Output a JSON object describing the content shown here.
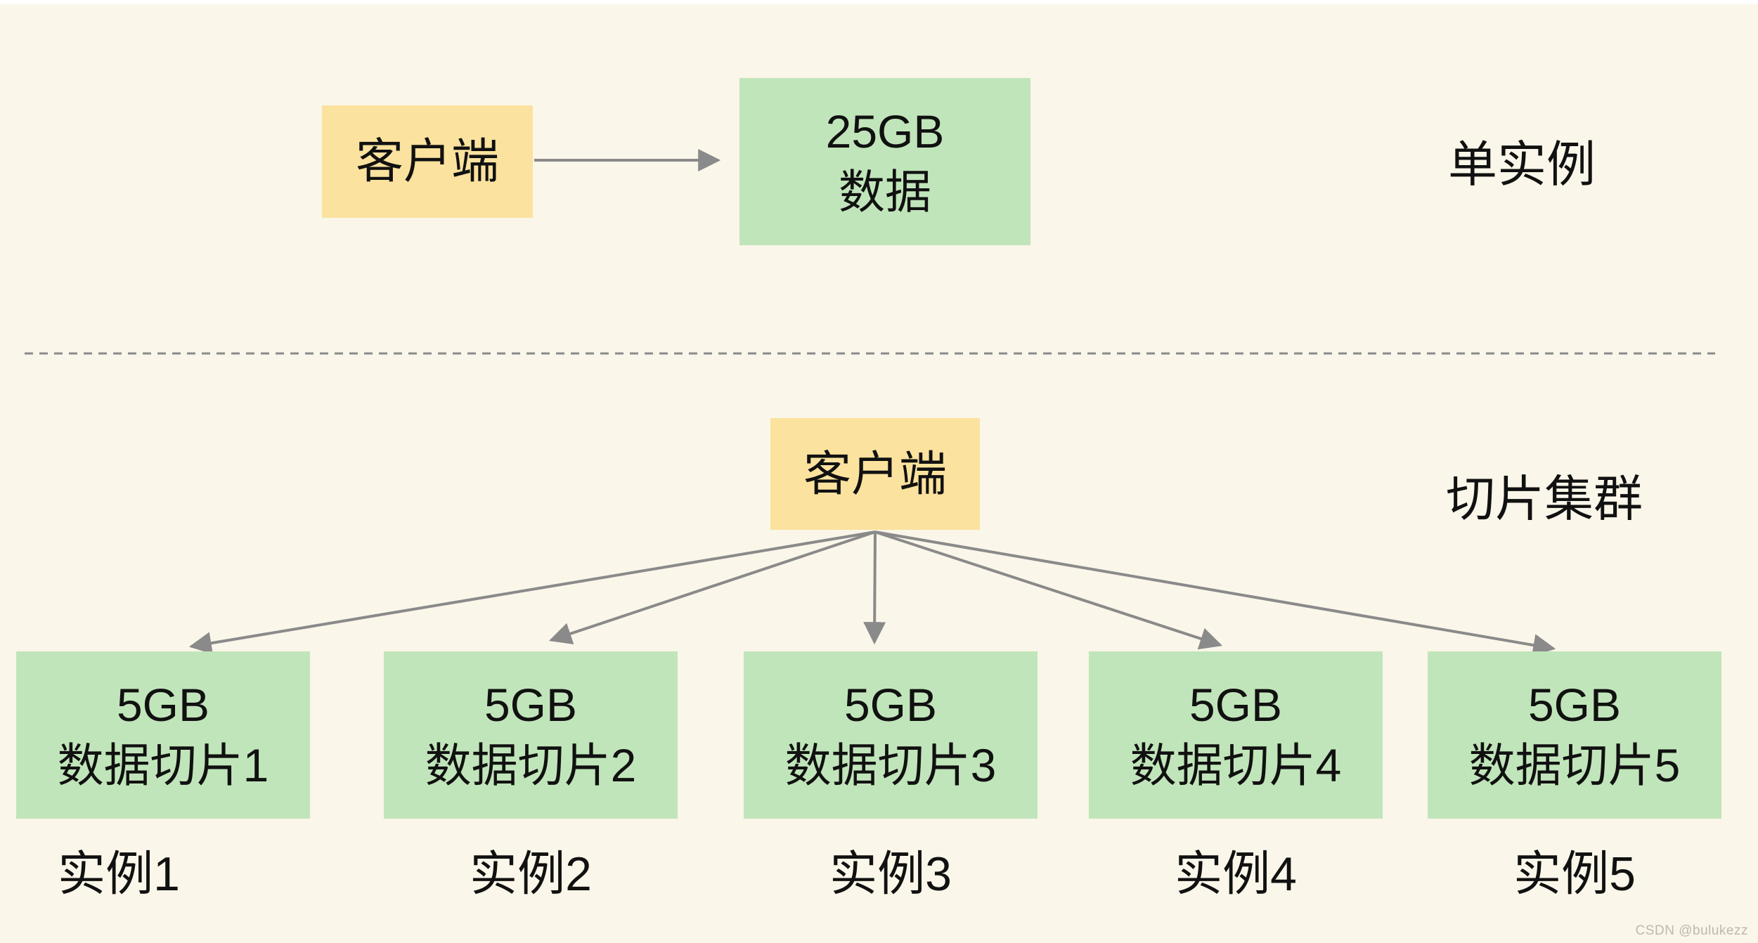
{
  "colors": {
    "background": "#FAF6E9",
    "client_box": "#FBE29E",
    "data_box": "#C1E5BA",
    "arrow": "#8A8A8A",
    "text": "#111111",
    "watermark": "#BDB9AC"
  },
  "single_instance": {
    "client_label": "客户端",
    "data_box": {
      "line1": "25GB",
      "line2": "数据"
    },
    "section_label": "单实例"
  },
  "sharded_cluster": {
    "client_label": "客户端",
    "section_label": "切片集群",
    "shards": [
      {
        "line1": "5GB",
        "line2": "数据切片1",
        "instance": "实例1"
      },
      {
        "line1": "5GB",
        "line2": "数据切片2",
        "instance": "实例2"
      },
      {
        "line1": "5GB",
        "line2": "数据切片3",
        "instance": "实例3"
      },
      {
        "line1": "5GB",
        "line2": "数据切片4",
        "instance": "实例4"
      },
      {
        "line1": "5GB",
        "line2": "数据切片5",
        "instance": "实例5"
      }
    ]
  },
  "watermark": "CSDN @bulukezz"
}
